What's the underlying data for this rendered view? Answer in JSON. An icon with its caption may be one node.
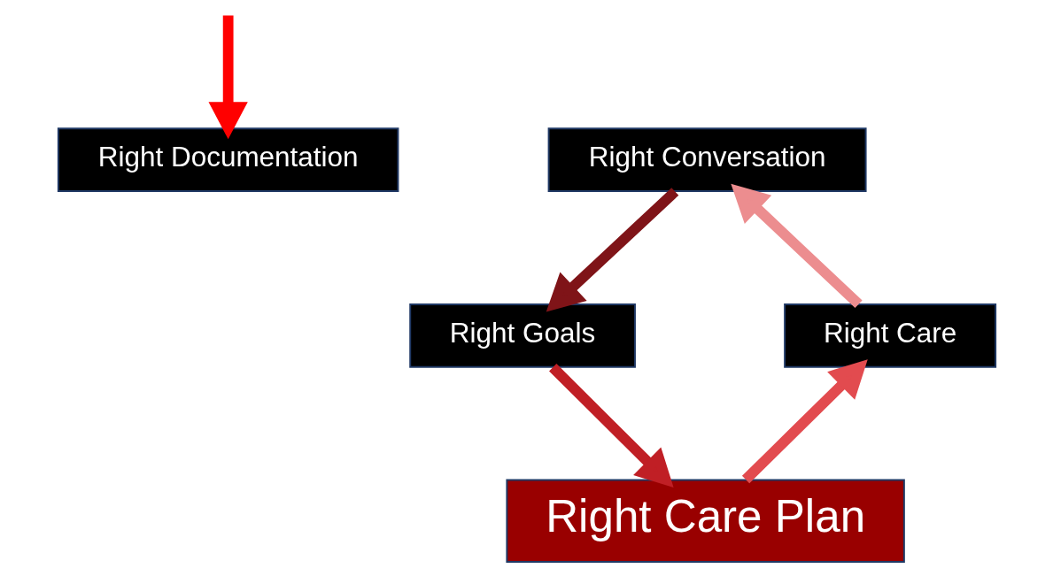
{
  "diagram": {
    "nodes": [
      {
        "text": [
          "Right Conversation"
        ]
      },
      {
        "text": [
          "Right Documentation"
        ]
      },
      {
        "text": [
          "Right Goals"
        ]
      },
      {
        "text": [
          "Right Care"
        ]
      },
      {
        "text": [
          "Right Care Plan"
        ]
      }
    ],
    "edges": [
      {
        "from": 0,
        "to": 2,
        "arrow": "to",
        "color": "#7f1418"
      },
      {
        "from": 2,
        "to": 4,
        "arrow": "to",
        "color": "#c01f25"
      },
      {
        "from": 4,
        "to": 3,
        "arrow": "to",
        "color": "#e24b4f"
      },
      {
        "from": 3,
        "to": 0,
        "arrow": "to",
        "color": "#ec8d8f"
      },
      {
        "from": null,
        "to": 1,
        "arrow": "to",
        "color": "#ff0000"
      }
    ]
  }
}
